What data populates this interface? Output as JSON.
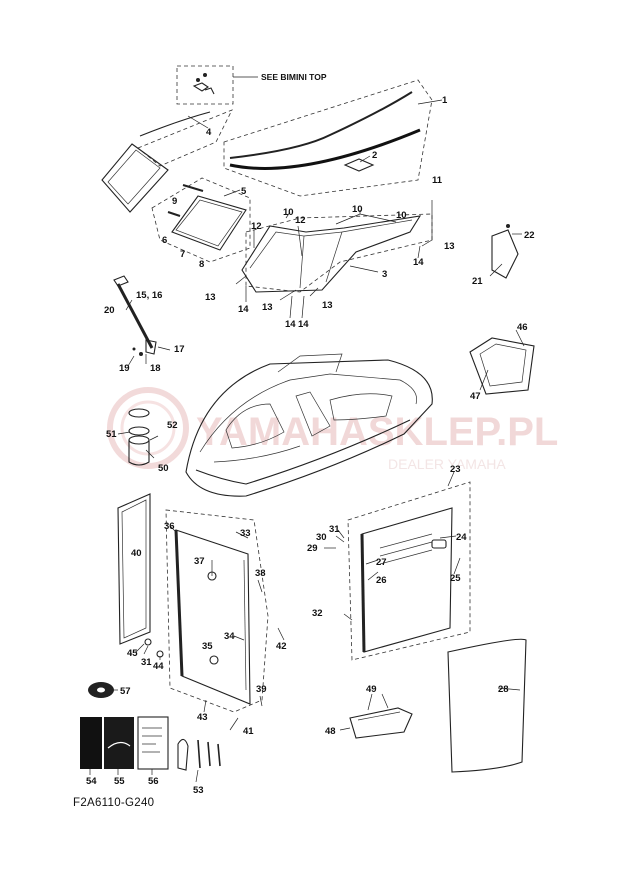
{
  "diagram_code": "F2A6110-G240",
  "note_label": "SEE BIMINI TOP",
  "watermark": {
    "main": "YAMAHASKLEP.PL",
    "sub": "DEALER YAMAHA"
  },
  "callouts": [
    "1",
    "2",
    "3",
    "4",
    "5",
    "6",
    "7",
    "8",
    "9",
    "10",
    "10",
    "10",
    "11",
    "12",
    "12",
    "13",
    "13",
    "13",
    "13",
    "14",
    "14",
    "14",
    "14",
    "15, 16",
    "17",
    "18",
    "19",
    "20",
    "21",
    "22",
    "23",
    "24",
    "25",
    "26",
    "27",
    "28",
    "29",
    "30",
    "31",
    "31",
    "32",
    "33",
    "34",
    "35",
    "36",
    "37",
    "38",
    "39",
    "40",
    "41",
    "42",
    "43",
    "44",
    "45",
    "46",
    "47",
    "48",
    "49",
    "50",
    "51",
    "52",
    "53",
    "54",
    "55",
    "56",
    "57"
  ]
}
